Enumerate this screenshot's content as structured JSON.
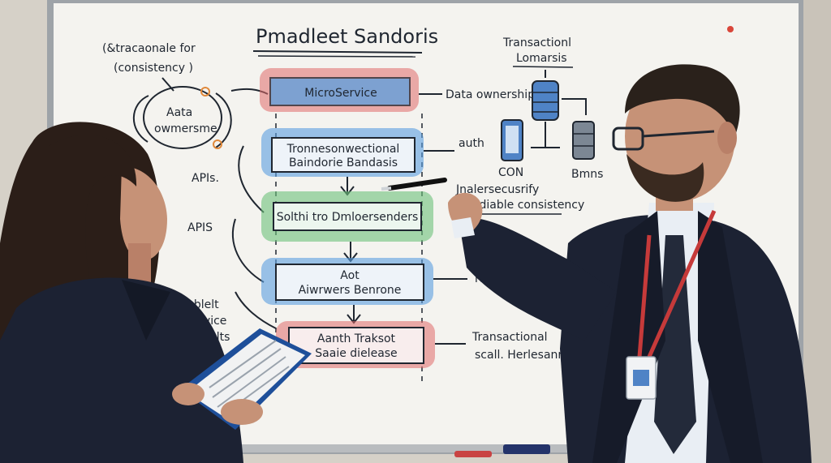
{
  "whiteboard": {
    "title": "Pmadleet Sandoris",
    "note_top_left": [
      "(&tracaonale for",
      "(consistency )"
    ],
    "circle_label": [
      "Aata",
      "owmersme"
    ],
    "apis_1": "APIs.",
    "apis_2": "APIS",
    "note_bottom_left": [
      "Mirobblelt",
      "MicroService",
      "eacy lmelts"
    ],
    "box_1": "MicroService",
    "box_2": [
      "Tronnesonwectional",
      "Baindorie Bandasis"
    ],
    "box_3": "Solthi tro Dmloersenders",
    "box_4": [
      "Aot",
      "Aiwrwers Benrone"
    ],
    "box_5": [
      "Aanth Traksot",
      "Saaie dielease"
    ],
    "data_ownership": "Data ownership",
    "auth": "auth",
    "top_right_note": [
      "Transactionl",
      "Lomarsis"
    ],
    "consistency_note": [
      "Jnalersecusrify",
      "Smdiable consistency"
    ],
    "right_1": "raclt.",
    "right_2": [
      "Transactional",
      "scall. Herlesanng."
    ],
    "icon_label_1": "CON",
    "icon_label_2": "Bmns"
  },
  "colors": {
    "whiteboard": "#f4f3ef",
    "red_box": "#e06a6a",
    "blue_box": "#5a9fe0",
    "green_box": "#6cc27a",
    "suit": "#1c2233",
    "marker": "#1f2630"
  },
  "icons": [
    "database-icon",
    "server-icon",
    "mobile-device-icon",
    "marker-icon",
    "clipboard-icon",
    "id-badge-icon"
  ]
}
